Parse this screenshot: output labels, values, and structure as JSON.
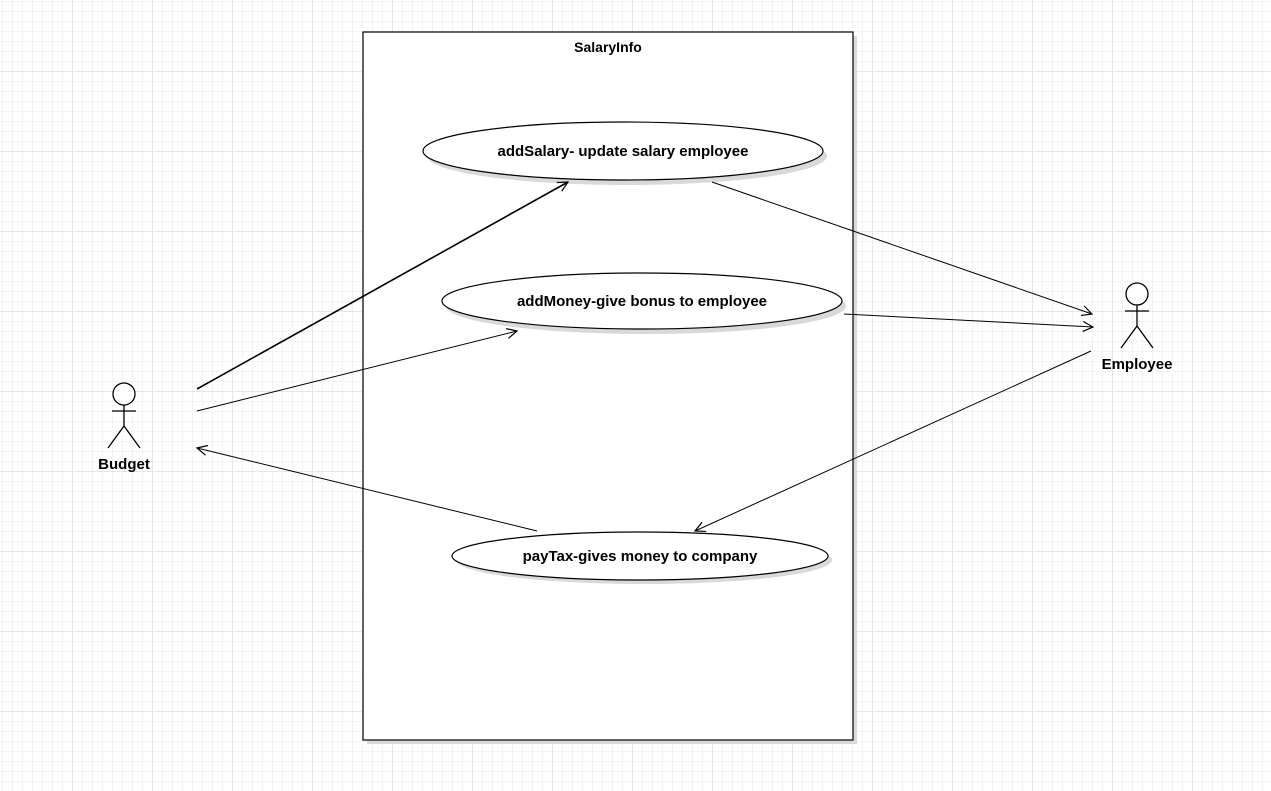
{
  "system": {
    "title": "SalaryInfo"
  },
  "use_cases": [
    {
      "id": "addSalary",
      "label": "addSalary- update salary employee"
    },
    {
      "id": "addMoney",
      "label": "addMoney-give bonus to employee"
    },
    {
      "id": "payTax",
      "label": "payTax-gives money to company"
    }
  ],
  "actors": [
    {
      "id": "budget",
      "label": "Budget"
    },
    {
      "id": "employee",
      "label": "Employee"
    }
  ],
  "associations": [
    {
      "from": "budget",
      "to": "addSalary"
    },
    {
      "from": "budget",
      "to": "addMoney"
    },
    {
      "from": "payTax",
      "to": "budget"
    },
    {
      "from": "addSalary",
      "to": "employee"
    },
    {
      "from": "addMoney",
      "to": "employee"
    },
    {
      "from": "employee",
      "to": "payTax"
    }
  ],
  "colors": {
    "stroke": "#000000",
    "shadow": "#d9d9d9",
    "fill": "#ffffff"
  }
}
